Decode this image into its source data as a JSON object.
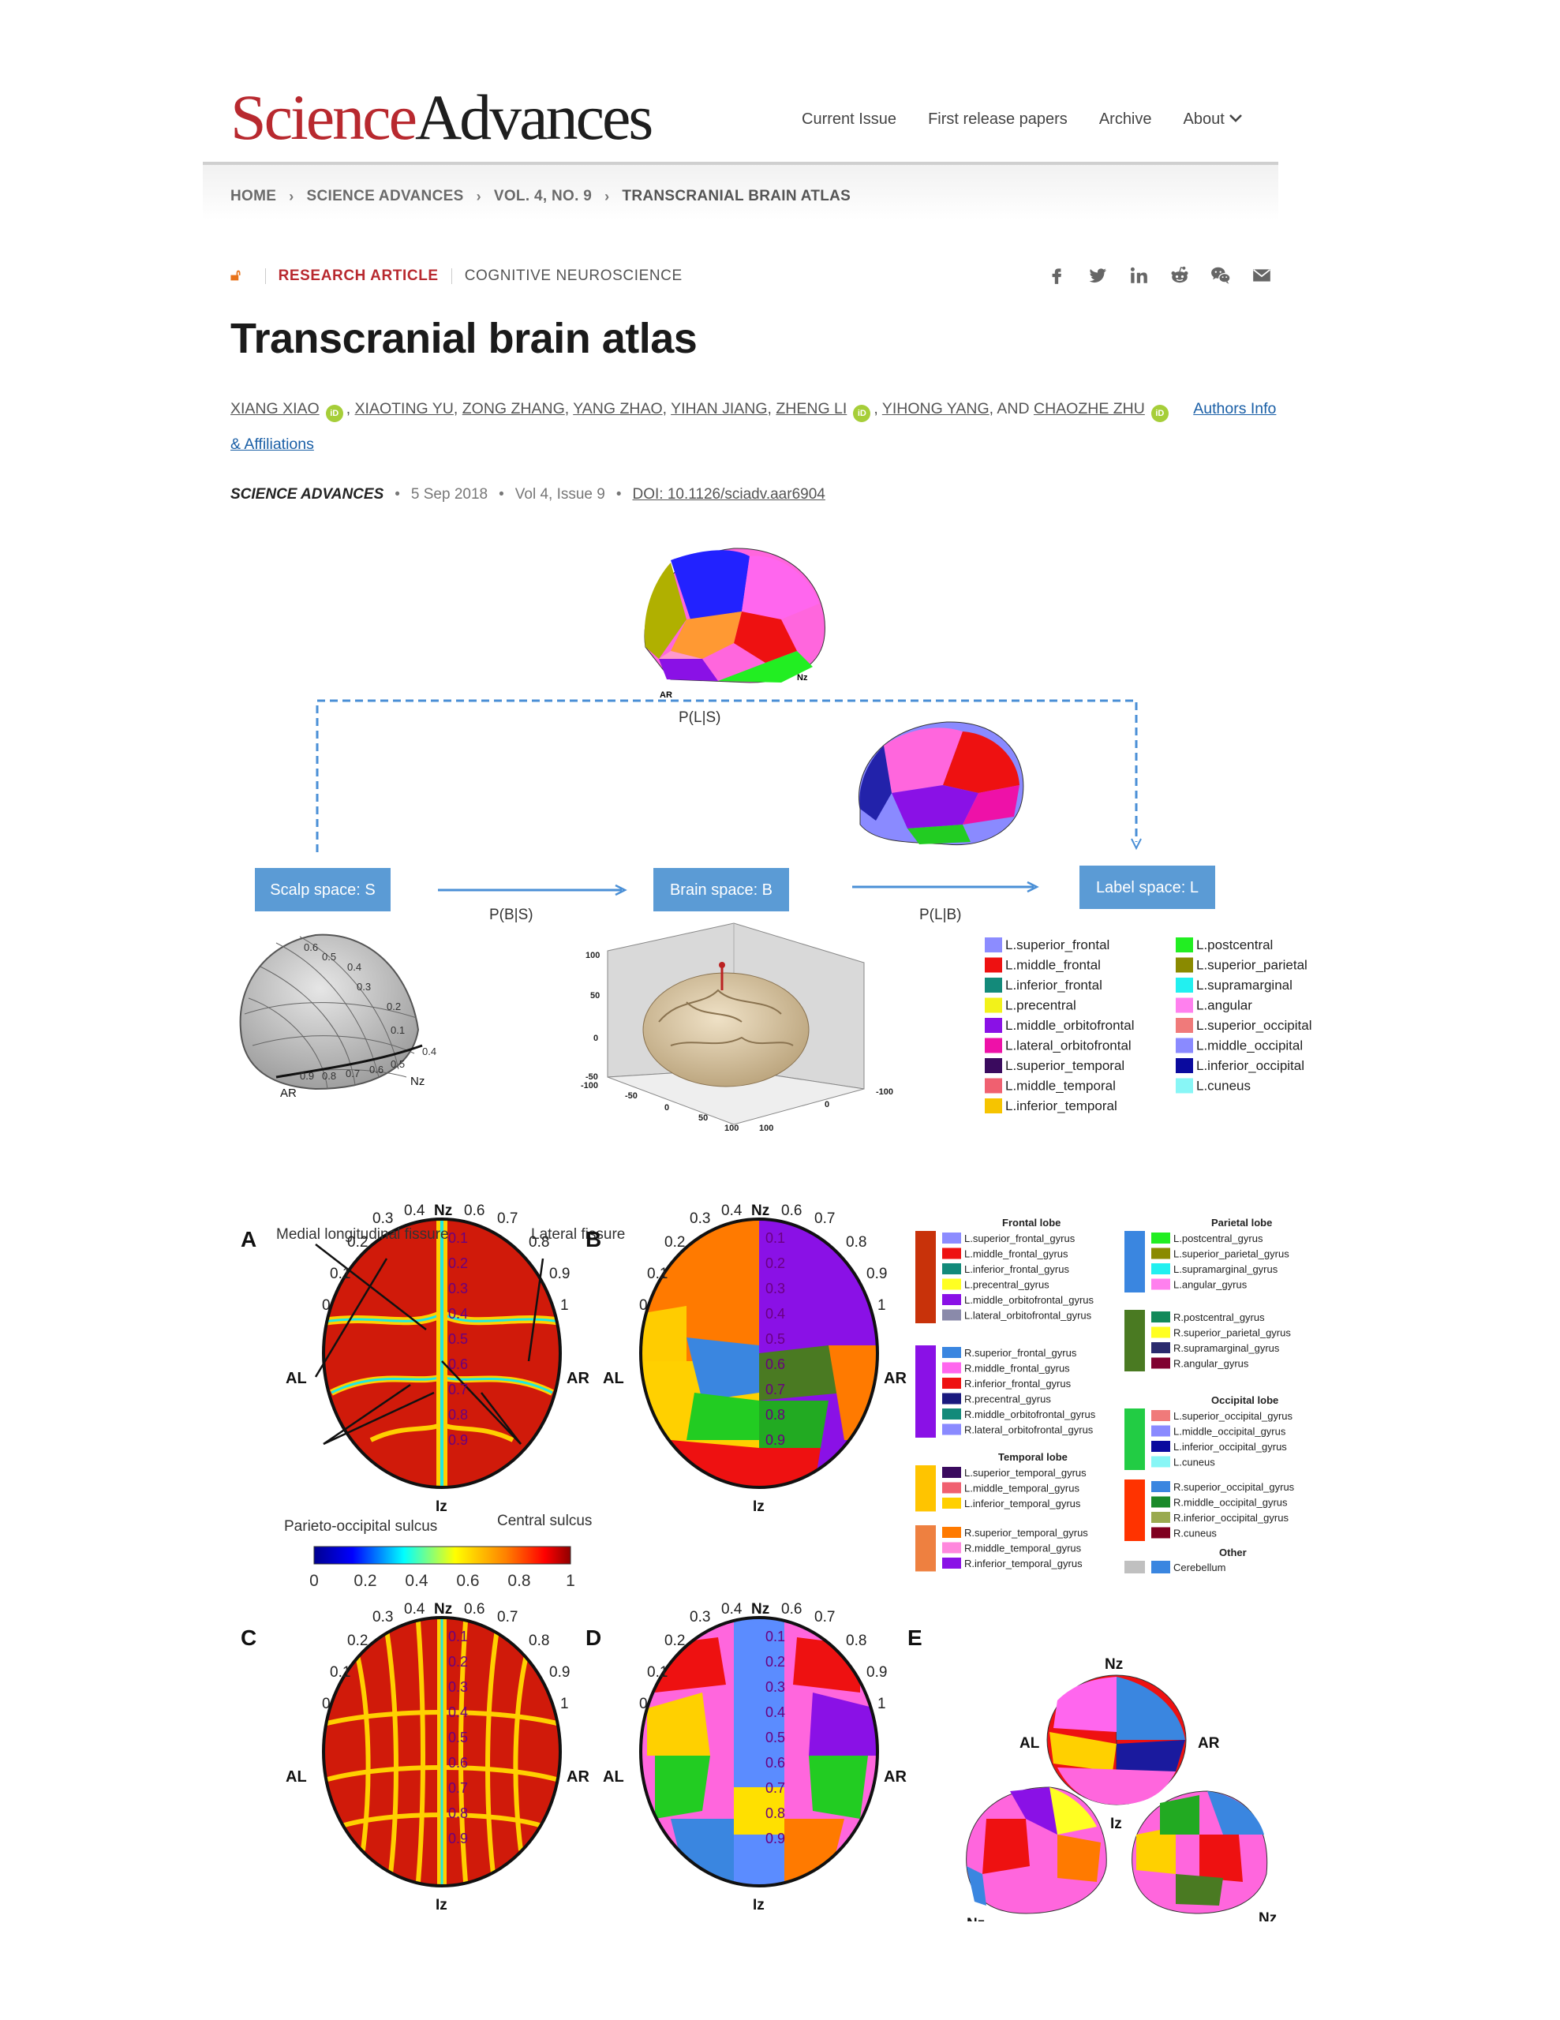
{
  "header": {
    "logo_science": "Science",
    "logo_advances": "Advances",
    "nav": [
      "Current Issue",
      "First release papers",
      "Archive",
      "About"
    ]
  },
  "breadcrumb": [
    "HOME",
    "SCIENCE ADVANCES",
    "VOL. 4, NO. 9",
    "TRANSCRANIAL BRAIN ATLAS"
  ],
  "article": {
    "type": "RESEARCH ARTICLE",
    "topic": "COGNITIVE NEUROSCIENCE",
    "title": "Transcranial brain atlas",
    "authors": [
      "XIANG XIAO",
      "XIAOTING YU",
      "ZONG ZHANG",
      "YANG ZHAO",
      "YIHAN JIANG",
      "ZHENG LI",
      "YIHONG YANG",
      "CHAOZHE ZHU"
    ],
    "and": "AND",
    "affiliations_link": "Authors Info & Affiliations",
    "journal": "SCIENCE ADVANCES",
    "date": "5 Sep 2018",
    "volume": "Vol 4, Issue 9",
    "doi": "DOI: 10.1126/sciadv.aar6904"
  },
  "share_icons": [
    "facebook-icon",
    "twitter-icon",
    "linkedin-icon",
    "reddit-icon",
    "wechat-icon",
    "email-icon"
  ],
  "figure": {
    "top": {
      "p_ls": "P(L|S)",
      "p_bs": "P(B|S)",
      "p_lb": "P(L|B)",
      "scalp_box": "Scalp space: S",
      "brain_box": "Brain space: B",
      "label_box": "Label space: L",
      "nz": "Nz",
      "ar": "AR",
      "legend_left": [
        {
          "label": "L.superior_frontal",
          "color": "#8c8cff"
        },
        {
          "label": "L.middle_frontal",
          "color": "#ee1111"
        },
        {
          "label": "L.inferior_frontal",
          "color": "#138a7a"
        },
        {
          "label": "L.precentral",
          "color": "#f2f21a"
        },
        {
          "label": "L.middle_orbitofrontal",
          "color": "#8a11e6"
        },
        {
          "label": "L.lateral_orbitofrontal",
          "color": "#ee11a8"
        },
        {
          "label": "L.superior_temporal",
          "color": "#3a0a5e"
        },
        {
          "label": "L.middle_temporal",
          "color": "#f06070"
        },
        {
          "label": "L.inferior_temporal",
          "color": "#f6c400"
        }
      ],
      "legend_right": [
        {
          "label": "L.postcentral",
          "color": "#22ee22"
        },
        {
          "label": "L.superior_parietal",
          "color": "#8a8a00"
        },
        {
          "label": "L.supramarginal",
          "color": "#22f0f0"
        },
        {
          "label": "L.angular",
          "color": "#ff80ee"
        },
        {
          "label": "L.superior_occipital",
          "color": "#f07a7a"
        },
        {
          "label": "L.middle_occipital",
          "color": "#8a8aff"
        },
        {
          "label": "L.inferior_occipital",
          "color": "#0a0a9e"
        },
        {
          "label": "L.cuneus",
          "color": "#88f6f6"
        }
      ],
      "axis_ticks_y": [
        "100",
        "50",
        "0",
        "-50",
        "-100"
      ],
      "axis_ticks_x": [
        "-50",
        "0",
        "50",
        "100",
        "100",
        "0",
        "-100"
      ],
      "scalp_ticks_a": [
        "0.6",
        "0.5",
        "0.4",
        "0.3",
        "0.2",
        "0.1"
      ],
      "scalp_ticks_b": [
        "0.9",
        "0.8",
        "0.7",
        "0.6",
        "0.5"
      ],
      "scalp_tick_04": "0.4"
    },
    "panels": {
      "A": "A",
      "B": "B",
      "C": "C",
      "D": "D",
      "E": "E",
      "medial": "Medial longitudinal fissure",
      "lateral": "Lateral fissure",
      "parieto": "Parieto-occipital sulcus",
      "central": "Central sulcus",
      "nz": "Nz",
      "iz": "Iz",
      "al": "AL",
      "ar": "AR",
      "ticks_left": [
        "0.4",
        "0.3",
        "0.2",
        "0.1",
        "0"
      ],
      "ticks_right": [
        "0.6",
        "0.7",
        "0.8",
        "0.9",
        "1"
      ],
      "ticks_center": [
        "0.1",
        "0.2",
        "0.3",
        "0.4",
        "0.5",
        "0.6",
        "0.7",
        "0.8",
        "0.9"
      ],
      "colorbar": [
        "0",
        "0.2",
        "0.4",
        "0.6",
        "0.8",
        "1"
      ]
    },
    "legend": {
      "frontal": "Frontal lobe",
      "parietal": "Parietal lobe",
      "occipital": "Occipital lobe",
      "temporal": "Temporal lobe",
      "other": "Other",
      "frontal_l": [
        "L.superior_frontal_gyrus",
        "L.middle_frontal_gyrus",
        "L.inferior_frontal_gyrus",
        "L.precentral_gyrus",
        "L.middle_orbitofrontal_gyrus",
        "L.lateral_orbitofrontal_gyrus"
      ],
      "frontal_r": [
        "R.superior_frontal_gyrus",
        "R.middle_frontal_gyrus",
        "R.inferior_frontal_gyrus",
        "R.precentral_gyrus",
        "R.middle_orbitofrontal_gyrus",
        "R.lateral_orbitofrontal_gyrus"
      ],
      "temporal_l": [
        "L.superior_temporal_gyrus",
        "L.middle_temporal_gyrus",
        "L.inferior_temporal_gyrus"
      ],
      "temporal_r": [
        "R.superior_temporal_gyrus",
        "R.middle_temporal_gyrus",
        "R.inferior_temporal_gyrus"
      ],
      "parietal_l": [
        "L.postcentral_gyrus",
        "L.superior_parietal_gyrus",
        "L.supramarginal_gyrus",
        "L.angular_gyrus"
      ],
      "parietal_r": [
        "R.postcentral_gyrus",
        "R.superior_parietal_gyrus",
        "R.supramarginal_gyrus",
        "R.angular_gyrus"
      ],
      "occipital_l": [
        "L.superior_occipital_gyrus",
        "L.middle_occipital_gyrus",
        "L.inferior_occipital_gyrus",
        "L.cuneus"
      ],
      "occipital_r": [
        "R.superior_occipital_gyrus",
        "R.middle_occipital_gyrus",
        "R.inferior_occipital_gyrus",
        "R.cuneus"
      ],
      "other_items": [
        "Cerebellum"
      ]
    }
  }
}
